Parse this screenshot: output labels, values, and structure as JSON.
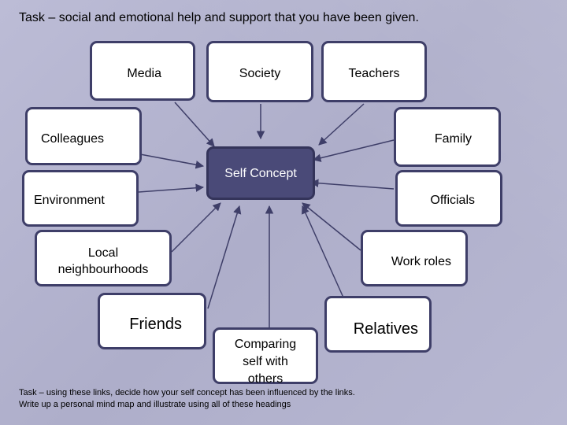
{
  "title": "Task – social and emotional help and support that you have been given.",
  "diagram": {
    "center": "Self Concept",
    "nodes": {
      "media": "Media",
      "society": "Society",
      "teachers": "Teachers",
      "colleagues": "Colleagues",
      "family": "Family",
      "environment": "Environment",
      "officials": "Officials",
      "local_line1": "Local",
      "local_line2": "neighbourhoods",
      "work_roles": "Work roles",
      "friends": "Friends",
      "relatives": "Relatives",
      "comparing_line1": "Comparing",
      "comparing_line2": "self with",
      "comparing_line3": "others"
    }
  },
  "footer": {
    "line1": "Task – using these links, decide how your self concept has been influenced by the links.",
    "line2": "Write up a personal mind map and illustrate using all of these headings"
  },
  "colors": {
    "node_border": "#3e3e68",
    "center_fill": "#4a4a78",
    "arrow": "#3e3e68"
  }
}
